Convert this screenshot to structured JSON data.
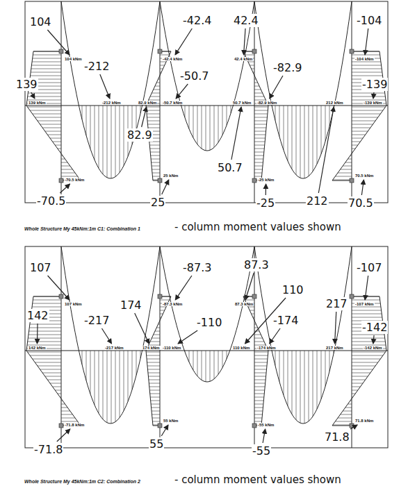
{
  "diagram": {
    "labels": [
      "104 kNm",
      "139 kNm",
      "-212 kNm",
      "82.9 kNm",
      "-50.7 kNm",
      "-42.4 kNm",
      "42.4 kNm",
      "50.7 kNm",
      "-82.9 kNm",
      "212 kNm",
      "-104 kNm",
      "-139 kNm",
      "-70.5 kNm",
      "25 kNm",
      "-25 kNm",
      "70.5 kNm",
      "104",
      "-212",
      "139",
      "-70.5",
      "-42.4",
      "-50.7",
      "82.9",
      "25",
      "42.4",
      "-82.9",
      "50.7",
      "-25",
      "212",
      "70.5",
      "-104",
      "-139",
      "Whole Structure My 45kNm:1m C1: Combination 1",
      "- column moment values shown",
      "107 kNm",
      "142 kNm",
      "-217 kNm",
      "174 kNm",
      "-87.3 kNm",
      "-110 kNm",
      "87.3 kNm",
      "110 kNm",
      "-174 kNm",
      "217 kNm",
      "-107 kNm",
      "-142 kNm",
      "-71.8 kNm",
      "55 kNm",
      "-55 kNm",
      "71.8 kNm",
      "107",
      "142",
      "-217",
      "174",
      "-87.3",
      "-110",
      "87.3",
      "110",
      "-174",
      "217",
      "-107",
      "-142",
      "-71.8",
      "55",
      "-55",
      "71.8",
      "Whole Structure My 45kNm:1m C2: Combination 2",
      "- column moment values shown"
    ]
  }
}
